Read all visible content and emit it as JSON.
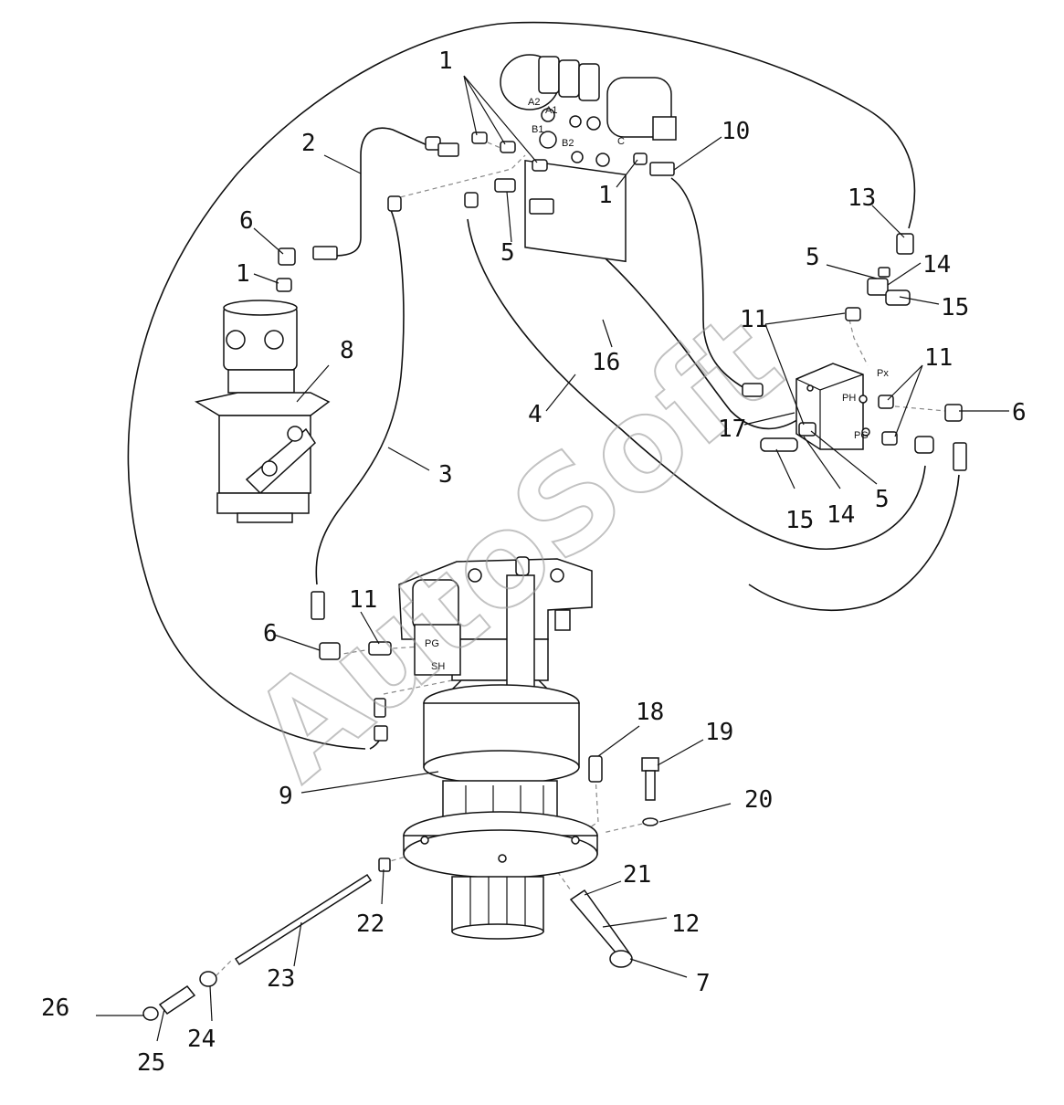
{
  "watermark": "AutoSoft",
  "port_labels": {
    "a2": "A2",
    "a1": "A1",
    "b1": "B1",
    "b2": "B2",
    "c": "C",
    "px": "Px",
    "ph": "PH",
    "pg_block": "PG",
    "pg_valve": "PG",
    "sh": "SH"
  },
  "callouts": [
    {
      "id": "c1a",
      "text": "1"
    },
    {
      "id": "c2",
      "text": "2"
    },
    {
      "id": "c6a",
      "text": "6"
    },
    {
      "id": "c1b",
      "text": "1"
    },
    {
      "id": "c8",
      "text": "8"
    },
    {
      "id": "c3",
      "text": "3"
    },
    {
      "id": "c6b",
      "text": "6"
    },
    {
      "id": "c11a",
      "text": "11"
    },
    {
      "id": "c9",
      "text": "9"
    },
    {
      "id": "c5a",
      "text": "5"
    },
    {
      "id": "c1c",
      "text": "1"
    },
    {
      "id": "c10",
      "text": "10"
    },
    {
      "id": "c13",
      "text": "13"
    },
    {
      "id": "c5b",
      "text": "5"
    },
    {
      "id": "c14a",
      "text": "14"
    },
    {
      "id": "c15a",
      "text": "15"
    },
    {
      "id": "c11b",
      "text": "11"
    },
    {
      "id": "c16",
      "text": "16"
    },
    {
      "id": "c4",
      "text": "4"
    },
    {
      "id": "c11c",
      "text": "11"
    },
    {
      "id": "c6c",
      "text": "6"
    },
    {
      "id": "c17",
      "text": "17"
    },
    {
      "id": "c15b",
      "text": "15"
    },
    {
      "id": "c14b",
      "text": "14"
    },
    {
      "id": "c5c",
      "text": "5"
    },
    {
      "id": "c18",
      "text": "18"
    },
    {
      "id": "c19",
      "text": "19"
    },
    {
      "id": "c20",
      "text": "20"
    },
    {
      "id": "c21",
      "text": "21"
    },
    {
      "id": "c12",
      "text": "12"
    },
    {
      "id": "c7",
      "text": "7"
    },
    {
      "id": "c22",
      "text": "22"
    },
    {
      "id": "c23",
      "text": "23"
    },
    {
      "id": "c26",
      "text": "26"
    },
    {
      "id": "c25",
      "text": "25"
    },
    {
      "id": "c24",
      "text": "24"
    }
  ]
}
